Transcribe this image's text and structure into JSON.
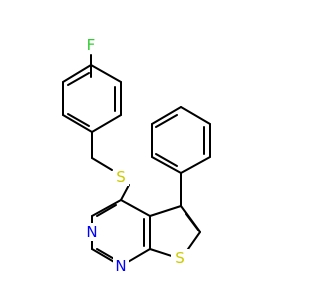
{
  "molecule": {
    "atoms": {
      "fluorine": {
        "label": "F",
        "color": "#33cc33"
      },
      "sulfur_thioether": {
        "label": "S",
        "color": "#cccc00"
      },
      "nitrogen_1": {
        "label": "N",
        "color": "#0000ff"
      },
      "nitrogen_2": {
        "label": "N",
        "color": "#0000ff"
      },
      "sulfur_thiophene": {
        "label": "S",
        "color": "#cccc00"
      }
    },
    "bond_color": "#000000"
  }
}
